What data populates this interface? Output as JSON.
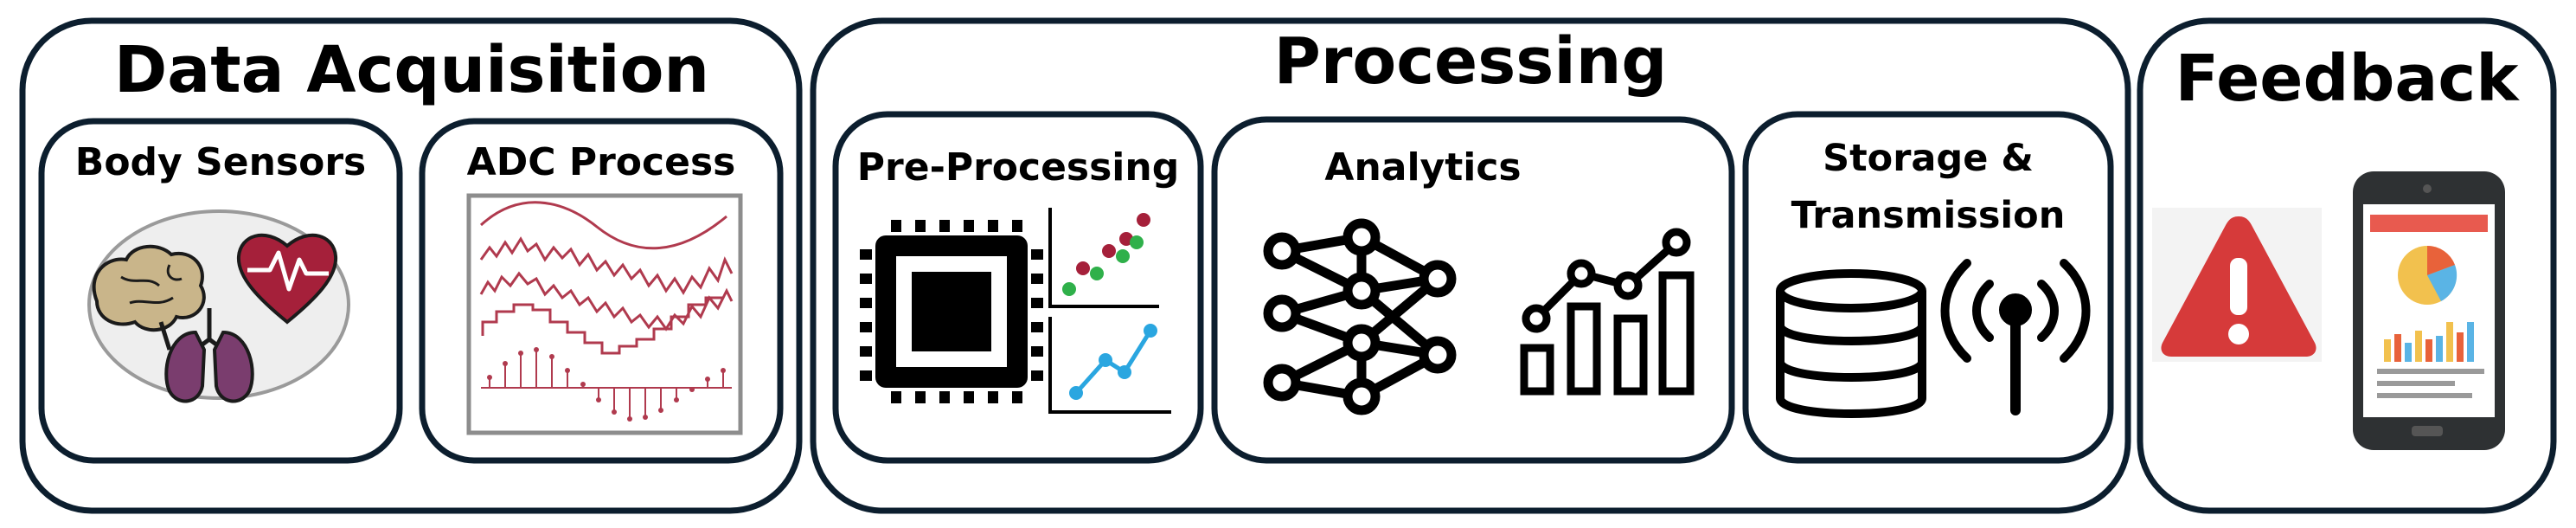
{
  "sections": {
    "acquisition": {
      "title": "Data Acquisition",
      "cards": {
        "body_sensors": "Body Sensors",
        "adc_process": "ADC Process"
      }
    },
    "processing": {
      "title": "Processing",
      "cards": {
        "preprocessing": "Pre-Processing",
        "analytics": "Analytics",
        "storage_line1": "Storage &",
        "storage_line2": "Transmission"
      }
    },
    "feedback": {
      "title": "Feedback"
    }
  },
  "colors": {
    "outline": "#0c1e2e",
    "heart": "#a5203a",
    "lungs": "#7a3d6e",
    "brain": "#c9b58a",
    "signal": "#b03a4e",
    "dot_red": "#a5203a",
    "dot_green": "#2fb04a",
    "line_blue": "#2aa6e0",
    "alert": "#d63a3a",
    "phone": "#2e3133",
    "phone_header": "#e85a4f",
    "pie_yellow": "#f2c14e",
    "pie_blue": "#5ab4e5",
    "pie_red": "#e8623a"
  },
  "icons": {
    "organs": "organs-icon",
    "signal_chart": "signal-chart-icon",
    "cpu": "cpu-chip-icon",
    "scatter": "scatter-plot-icon",
    "line_chart": "line-chart-icon",
    "neural_network": "neural-network-icon",
    "bar_trend": "bar-trend-icon",
    "database": "database-icon",
    "antenna": "antenna-icon",
    "warning": "warning-icon",
    "smartphone": "smartphone-dashboard-icon"
  }
}
